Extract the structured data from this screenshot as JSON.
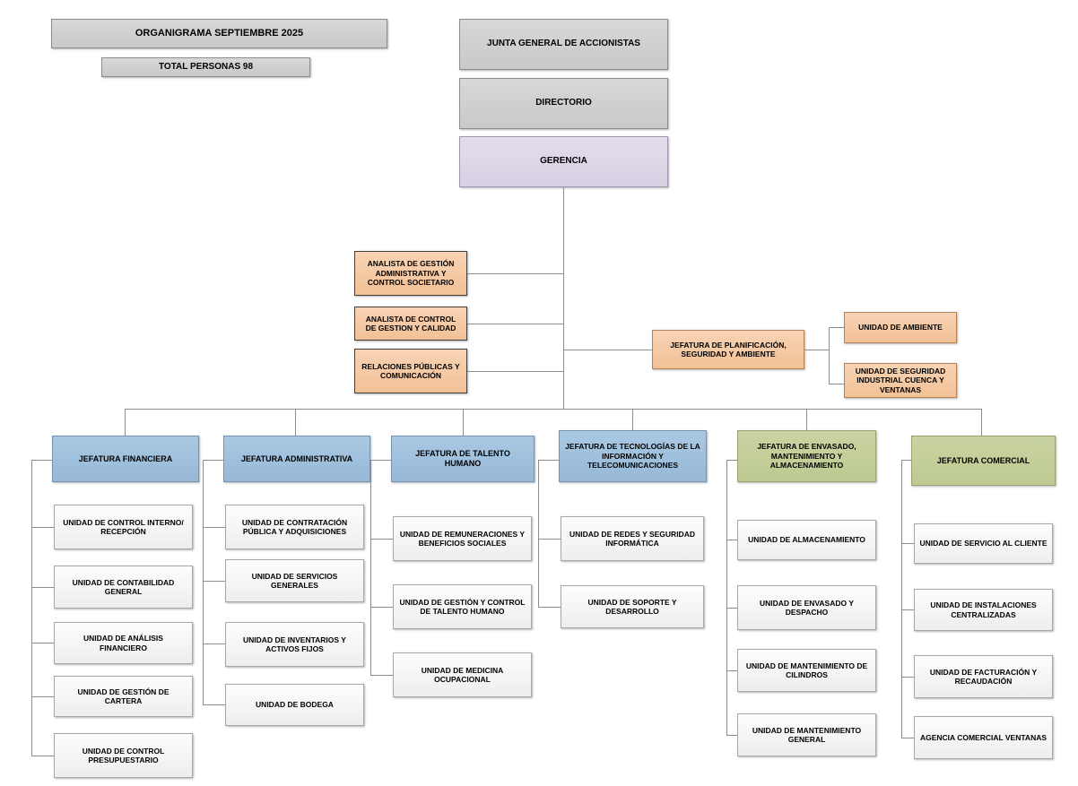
{
  "chart_title": {
    "main": "ORGANIGRAMA SEPTIEMBRE 2025",
    "total": "TOTAL PERSONAS 98"
  },
  "governance": [
    {
      "label": "JUNTA GENERAL DE ACCIONISTAS"
    },
    {
      "label": "DIRECTORIO"
    },
    {
      "label": "GERENCIA"
    }
  ],
  "staff_left": [
    {
      "label": "ANALISTA DE GESTIÓN ADMINISTRATIVA Y CONTROL SOCIETARIO"
    },
    {
      "label": "ANALISTA DE CONTROL DE GESTION Y CALIDAD"
    },
    {
      "label": "RELACIONES PÚBLICAS Y COMUNICACIÓN"
    }
  ],
  "staff_right": {
    "head": "JEFATURA DE PLANIFICACIÓN, SEGURIDAD Y AMBIENTE",
    "units": [
      {
        "label": "UNIDAD DE AMBIENTE"
      },
      {
        "label": "UNIDAD DE SEGURIDAD INDUSTRIAL CUENCA Y VENTANAS"
      }
    ]
  },
  "departments": [
    {
      "head": "JEFATURA FINANCIERA",
      "color": "blue",
      "units": [
        {
          "label": "UNIDAD DE CONTROL INTERNO/ RECEPCIÓN"
        },
        {
          "label": "UNIDAD DE CONTABILIDAD GENERAL"
        },
        {
          "label": "UNIDAD DE ANÁLISIS FINANCIERO"
        },
        {
          "label": "UNIDAD DE GESTIÓN DE CARTERA"
        },
        {
          "label": "UNIDAD DE CONTROL PRESUPUESTARIO"
        }
      ]
    },
    {
      "head": "JEFATURA ADMINISTRATIVA",
      "color": "blue",
      "units": [
        {
          "label": "UNIDAD DE CONTRATACIÓN PÚBLICA Y ADQUISICIONES"
        },
        {
          "label": "UNIDAD DE SERVICIOS GENERALES"
        },
        {
          "label": "UNIDAD DE INVENTARIOS Y ACTIVOS FIJOS"
        },
        {
          "label": "UNIDAD DE BODEGA"
        }
      ]
    },
    {
      "head": "JEFATURA DE TALENTO HUMANO",
      "color": "blue",
      "units": [
        {
          "label": "UNIDAD DE REMUNERACIONES Y BENEFICIOS SOCIALES"
        },
        {
          "label": "UNIDAD DE GESTIÓN Y CONTROL DE TALENTO HUMANO"
        },
        {
          "label": "UNIDAD DE MEDICINA OCUPACIONAL"
        }
      ]
    },
    {
      "head": "JEFATURA DE TECNOLOGÍAS DE LA INFORMACIÓN Y TELECOMUNICACIONES",
      "color": "blue",
      "units": [
        {
          "label": "UNIDAD DE REDES Y SEGURIDAD INFORMÁTICA"
        },
        {
          "label": "UNIDAD DE SOPORTE Y DESARROLLO"
        }
      ]
    },
    {
      "head": "JEFATURA DE ENVASADO, MANTENIMIENTO Y ALMACENAMIENTO",
      "color": "green",
      "units": [
        {
          "label": "UNIDAD DE ALMACENAMIENTO"
        },
        {
          "label": "UNIDAD DE ENVASADO Y DESPACHO"
        },
        {
          "label": "UNIDAD DE MANTENIMIENTO DE CILINDROS"
        },
        {
          "label": "UNIDAD DE MANTENIMIENTO GENERAL"
        }
      ]
    },
    {
      "head": "JEFATURA COMERCIAL",
      "color": "green",
      "units": [
        {
          "label": "UNIDAD DE SERVICIO AL CLIENTE"
        },
        {
          "label": "UNIDAD DE INSTALACIONES CENTRALIZADAS"
        },
        {
          "label": "UNIDAD DE FACTURACIÓN Y RECAUDACIÓN"
        },
        {
          "label": "AGENCIA COMERCIAL VENTANAS"
        }
      ]
    }
  ],
  "colors": {
    "grey": "#d0d0d0",
    "lavender": "#ddd6e7",
    "orange": "#f5c9a4",
    "blue": "#9fc0dc",
    "green": "#c3ce99",
    "unit": "#f4f4f4",
    "line": "#8c8c8c"
  }
}
